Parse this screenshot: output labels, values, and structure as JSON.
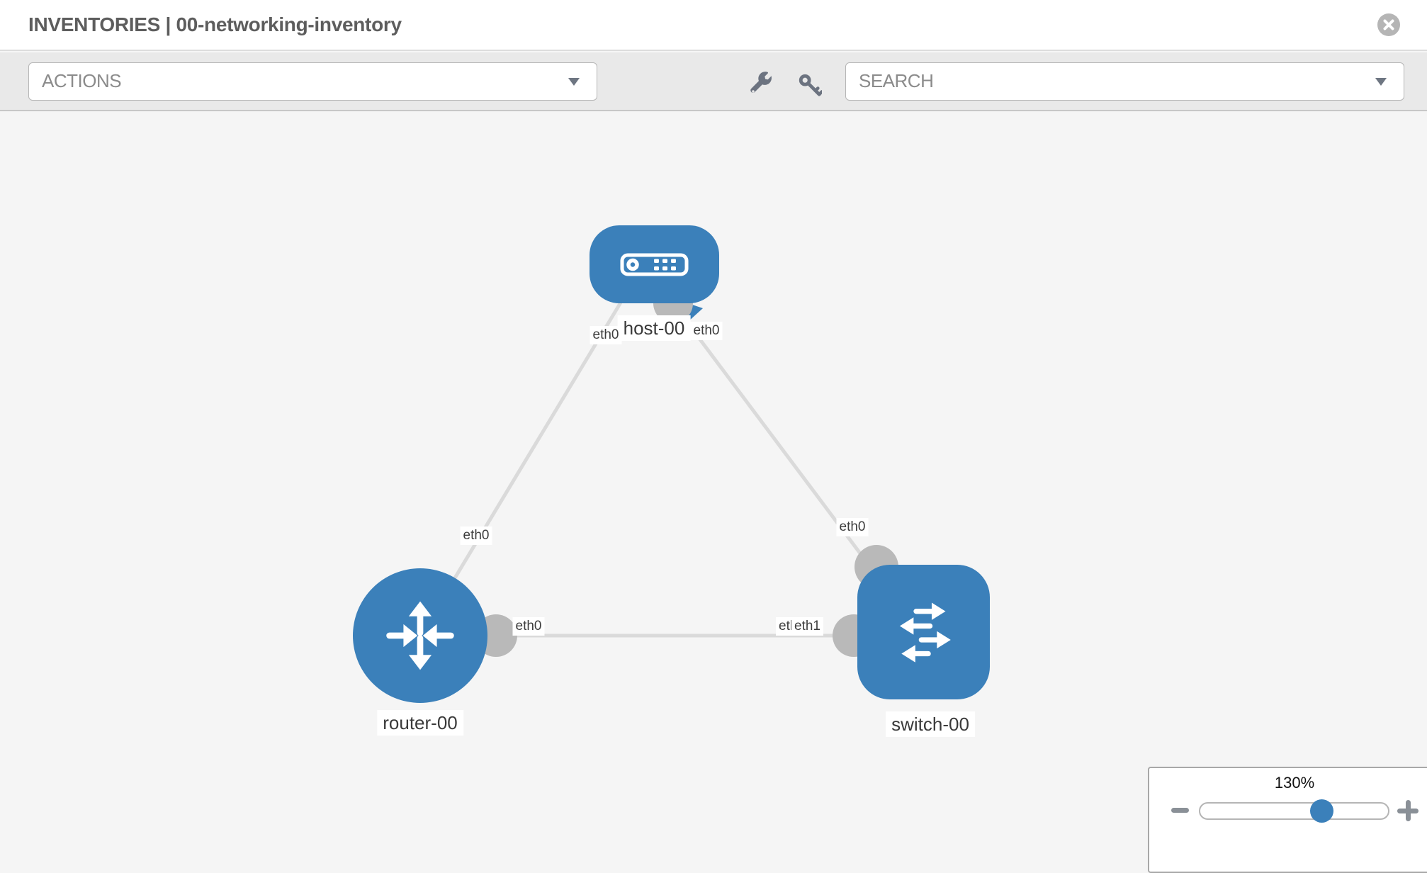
{
  "header": {
    "title": "INVENTORIES | 00-networking-inventory",
    "close_icon": "circle-x-icon"
  },
  "toolbar": {
    "actions_label": "ACTIONS",
    "search_placeholder": "SEARCH",
    "tool_icons": [
      "wrench-icon",
      "key-icon"
    ]
  },
  "diagram": {
    "nodes": [
      {
        "id": "host-00",
        "label": "host-00",
        "type": "host",
        "icon": "server-icon"
      },
      {
        "id": "router-00",
        "label": "router-00",
        "type": "router",
        "icon": "router-arrows-icon"
      },
      {
        "id": "switch-00",
        "label": "switch-00",
        "type": "switch",
        "icon": "switch-arrows-icon"
      }
    ],
    "links": [
      {
        "source": "host-00",
        "target": "router-00"
      },
      {
        "source": "host-00",
        "target": "switch-00"
      },
      {
        "source": "router-00",
        "target": "switch-00"
      }
    ],
    "interface_labels": [
      {
        "text": "eth0",
        "near": "host-00-left"
      },
      {
        "text": "eth0",
        "near": "host-00-right"
      },
      {
        "text": "eth0",
        "near": "router-00-top-link"
      },
      {
        "text": "eth0",
        "near": "switch-00-top-link"
      },
      {
        "text": "eth0",
        "near": "router-00-right-link"
      },
      {
        "text": "eth1",
        "near": "switch-00-left-link-back"
      },
      {
        "text": "eth1",
        "near": "switch-00-left-link-front"
      }
    ]
  },
  "zoom_control": {
    "level": "130%"
  },
  "colors": {
    "node_blue": "#3b80ba",
    "link_gray": "#dadada",
    "port_gray": "#b9b9b9",
    "toolbar_bg": "#e9e9e9",
    "canvas_bg": "#f5f5f5"
  }
}
